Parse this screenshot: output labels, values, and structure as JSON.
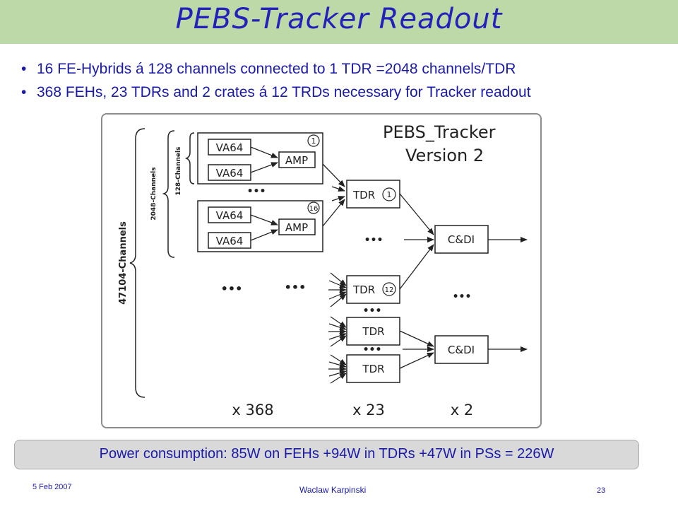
{
  "title": "PEBS-Tracker Readout",
  "bullets": [
    "16 FE-Hybrids á 128 channels  connected to 1 TDR =2048 channels/TDR",
    "368 FEHs, 23 TDRs and 2 crates á 12 TRDs necessary for Tracker readout"
  ],
  "diagram": {
    "heading_line1": "PEBS_Tracker",
    "heading_line2": "Version 2",
    "bracket_labels": {
      "total": "47104-Channels",
      "tdr": "2048-Channels",
      "hybrid": "128-Channels"
    },
    "chip_label": "VA64",
    "amp_label": "AMP",
    "tdr_label": "TDR",
    "cdi_label": "C&DI",
    "hybrid_numbers": [
      "1",
      "16"
    ],
    "tdr_numbers": [
      "1",
      "12"
    ],
    "ellipsis": "•••",
    "multipliers": [
      "x 368",
      "x 23",
      "x 2"
    ]
  },
  "power": "Power consumption: 85W on FEHs +94W in TDRs +47W in PSs = 226W",
  "footer": {
    "date": "5 Feb 2007",
    "author": "Waclaw Karpinski",
    "page": "23"
  }
}
